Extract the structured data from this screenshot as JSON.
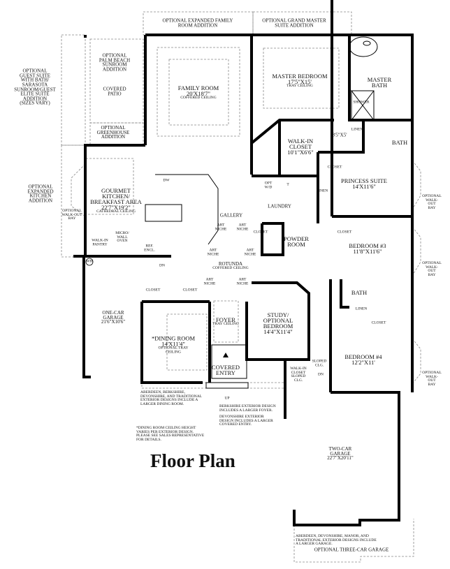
{
  "title": "Floor Plan",
  "optional_areas": {
    "family_room_addition": "OPTIONAL EXPANDED FAMILY\nROOM ADDITION",
    "grand_master_addition": "OPTIONAL GRAND MASTER\nSUITE ADDITION",
    "guest_suite": "OPTIONAL\nGUEST SUITE\nWITH BATH/\nSARASOTA\nSUNROOM/GUEST\nELITE SUITE\nADDITION\n(SIZES VARY)",
    "palm_beach": "OPTIONAL\nPALM BEACH\nSUNROOM\nADDITION",
    "greenhouse": "OPTIONAL\nGREENHOUSE\nADDITION",
    "kitchen_addition": "OPTIONAL\nEXPANDED\nKITCHEN\nADDITION",
    "walkout_bay_kitchen": "OPTIONAL\nWALK-OUT\nBAY",
    "walkout_bay_princess": "OPTIONAL\nWALK-OUT\nBAY",
    "walkout_bay_bedroom3": "OPTIONAL\nWALK-OUT\nBAY",
    "walkout_bay_bedroom4": "OPTIONAL\nWALK-OUT\nBAY",
    "three_car_garage": "OPTIONAL THREE-CAR GARAGE"
  },
  "rooms": {
    "covered_patio": "COVERED\nPATIO",
    "family_room": {
      "name": "FAMILY ROOM",
      "size": "20'X18'7\"",
      "note": "COFFERED CEILING"
    },
    "kitchen": {
      "name": "GOURMET\nKITCHEN/\nBREAKFAST AREA",
      "size": "22'7\"X19'2\"",
      "note": "CATHEDRAL CEILING"
    },
    "dw": "DW",
    "walk_in_pantry": "WALK-IN\nPANTRY",
    "micro_wall_oven": "MICRO/\nWALL\nOVEN",
    "ref_encl": "REF.\nENCL.",
    "wh": "WH",
    "dn_stairs": "DN",
    "gallery": "GALLERY",
    "art_niche": "ART\nNICHE",
    "rotunda": {
      "name": "ROTUNDA",
      "note": "COFFERED CEILING"
    },
    "master_bedroom": {
      "name": "MASTER BEDROOM",
      "size": "17'5\"X15'",
      "note": "TRAY CEILING"
    },
    "master_bath": "MASTER\nBATH",
    "shower": "SHOWER",
    "hall_size": "8'5\"X5'",
    "linen": "LINEN",
    "walk_in_closet": {
      "name": "WALK-IN\nCLOSET",
      "size": "10'1\"X6'6\""
    },
    "bath": "BATH",
    "closet": "CLOSET",
    "princess_suite": {
      "name": "PRINCESS SUITE",
      "size": "14'X11'6\""
    },
    "opt_wd": "OPT\nW/D",
    "t": "T",
    "laundry": "LAUNDRY",
    "powder_room": "POWDER\nROOM",
    "bedroom3": {
      "name": "BEDROOM #3",
      "size": "11'8\"X11'6\""
    },
    "one_car_garage": {
      "name": "ONE-CAR\nGARAGE",
      "size": "21'6\"X10'6\""
    },
    "dining_room": {
      "name": "*DINING ROOM",
      "size": "14'X11'4\"",
      "note": "OPTIONAL TRAY\nCEILING"
    },
    "foyer": {
      "name": "FOYER",
      "note": "TRAY CEILING"
    },
    "study": {
      "name": "STUDY/\nOPTIONAL\nBEDROOM",
      "size": "14'4\"X11'4\""
    },
    "covered_entry": "COVERED\nENTRY",
    "up": "UP",
    "bedroom4": {
      "name": "BEDROOM #4",
      "size": "12'2\"X11'"
    },
    "sloped_clg": "SLOPED\nCLG.",
    "walk_in_closet_sloped": "WALK-IN\nCLOSET\nSLOPED\nCLG.",
    "two_car_garage": {
      "name": "TWO-CAR\nGARAGE",
      "size": "22'7\"X20'11\""
    }
  },
  "notes": {
    "dining": "ABERDEEN, BERKSHIRE,\nDEVONSHIRE, AND TRADITIONAL\nEXTERIOR DESIGNS INCLUDE A\nLARGER DINING ROOM.",
    "berkshire": "BERKSHIRE EXTERIOR DESIGN\nINCLUDES A LARGER FOYER.",
    "devonshire": "DEVONSHIRE EXTERIOR\nDESIGN INCLUDES A LARGER\nCOVERED ENTRY.",
    "ceiling": "*DINING ROOM CEILING HEIGHT\nVARIES PER EXTERIOR DESIGN.\nPLEASE SEE SALES REPRESENTATIVE\nFOR DETAILS.",
    "garage": "ABERDEEN, DEVONSHIRE, MANOR, AND\nTRADITIONAL EXTERIOR DESIGNS INCLUDE\nA LARGER GARAGE."
  }
}
